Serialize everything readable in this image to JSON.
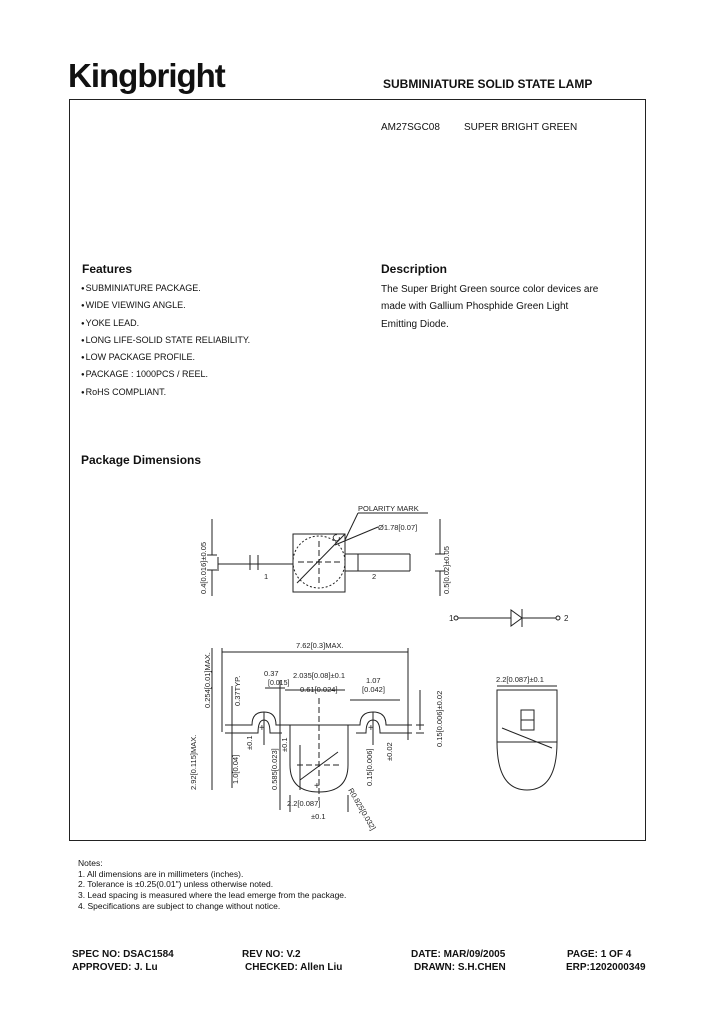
{
  "header": {
    "logo": "Kingbright",
    "title": "SUBMINIATURE SOLID STATE LAMP"
  },
  "part": {
    "number": "AM27SGC08",
    "color": "SUPER BRIGHT GREEN"
  },
  "features": {
    "heading": "Features",
    "items": [
      "SUBMINIATURE PACKAGE.",
      "WIDE VIEWING ANGLE.",
      "YOKE LEAD.",
      "LONG LIFE-SOLID STATE RELIABILITY.",
      "LOW PACKAGE PROFILE.",
      "PACKAGE : 1000PCS / REEL.",
      "RoHS COMPLIANT."
    ]
  },
  "description": {
    "heading": "Description",
    "lines": [
      "The  Super Bright Green source color devices are",
      "made with Gallium Phosphide Green Light",
      "Emitting Diode."
    ]
  },
  "package": {
    "heading": "Package Dimensions",
    "labels": {
      "polarity_mark": "POLARITY  MARK",
      "dia": "Ø1.78[0.07]",
      "lead_w_left": "0.4[0.016]±0.05",
      "lead_t_right": "0.5[0.02]±0.05",
      "pin1": "1",
      "pin2": "2",
      "sym_pin1": "1",
      "sym_pin2": "2",
      "max_len": "7.62[0.3]MAX.",
      "d_0254": "0.254[0.01]MAX.",
      "d_037typ": "0.37TYP.",
      "d_037": "0.37",
      "d_0015": "[0.015]",
      "d_2035": "2.035[0.08]±0.1",
      "d_061": "0.61[0.024]",
      "d_107": "1.07",
      "d_0042": "[0.042]",
      "d_015right": "0.15[0.006]±0.02",
      "d_292": "2.92[0.115]MAX.",
      "d_1Q": "1.0[0.04]",
      "d_pm01a": "±0.1",
      "d_0585": "0.585[0.023]",
      "d_pm01b": "±0.1",
      "d_015mid": "0.15[0.006]",
      "d_pm002": "±0.02",
      "d_22bottom": "2.2[0.087]",
      "d_pm01c": "±0.1",
      "d_r0825": "R0.825[0.032]",
      "d_22side": "2.2[0.087]±0.1"
    }
  },
  "notes": {
    "heading": "Notes:",
    "items": [
      "1. All dimensions are in millimeters (inches).",
      "2. Tolerance is ±0.25(0.01\") unless otherwise noted.",
      "3. Lead spacing is measured where the lead emerge from the package.",
      "4. Specifications are subject to change without notice."
    ]
  },
  "footer": {
    "spec_no": "SPEC NO: DSAC1584",
    "rev_no": "REV NO: V.2",
    "date": "DATE: MAR/09/2005",
    "page": "PAGE: 1 OF 4",
    "approved": "APPROVED: J. Lu",
    "checked": "CHECKED: Allen Liu",
    "drawn": "DRAWN: S.H.CHEN",
    "erp": "ERP:1202000349"
  }
}
